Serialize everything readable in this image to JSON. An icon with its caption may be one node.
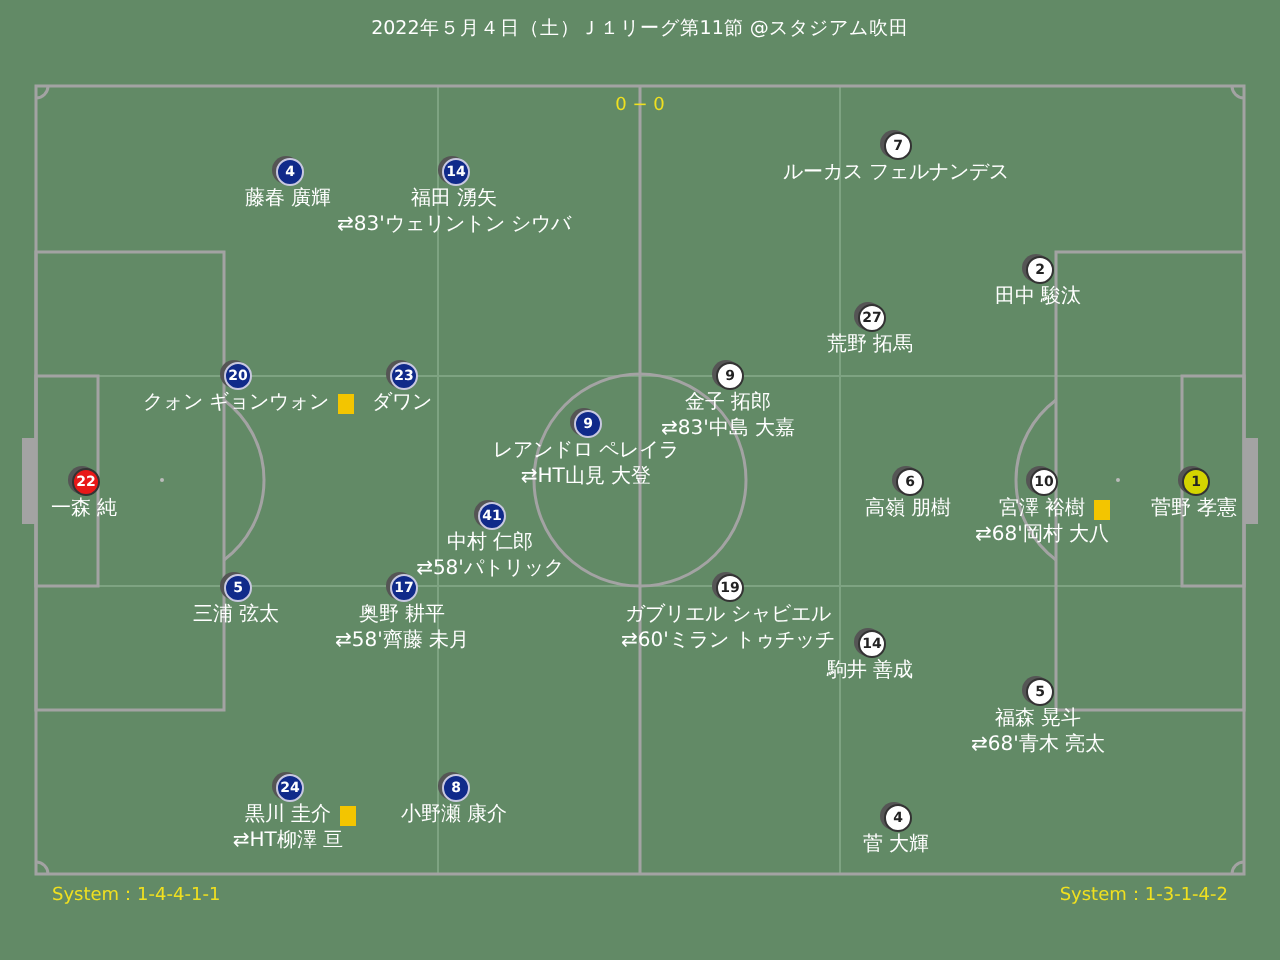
{
  "diagram": {
    "title": "2022年５月４日（土）Ｊ１リーグ第11節 @スタジアム吹田",
    "nodes": [
      {
        "text": [
          "22"
        ],
        "beside": [
          "一森 純"
        ]
      },
      {
        "text": [
          "20"
        ],
        "beside": [
          "クォン ギョンウォン"
        ]
      },
      {
        "text": [
          "23"
        ],
        "beside": [
          "ダワン"
        ]
      },
      {
        "text": [
          "5"
        ],
        "beside": [
          "三浦 弦太"
        ]
      },
      {
        "text": [
          "17"
        ],
        "beside": [
          "奥野 耕平",
          "⇄58'齊藤 未月"
        ]
      },
      {
        "text": [
          "41"
        ],
        "beside": [
          "中村 仁郎",
          "⇄58'パトリック"
        ]
      },
      {
        "text": [
          "9"
        ],
        "beside": [
          "レアンドロ ペレイラ",
          "⇄HT山見 大登"
        ]
      },
      {
        "text": [
          "4"
        ],
        "beside": [
          "藤春 廣輝"
        ]
      },
      {
        "text": [
          "14"
        ],
        "beside": [
          "福田 湧矢",
          "⇄83'ウェリントン シウバ"
        ]
      },
      {
        "text": [
          "24"
        ],
        "beside": [
          "黒川 圭介",
          "⇄HT柳澤 亘"
        ]
      },
      {
        "text": [
          "8"
        ],
        "beside": [
          "小野瀬 康介"
        ]
      },
      {
        "text": [
          "7"
        ],
        "beside": [
          "ルーカス フェルナンデス"
        ]
      },
      {
        "text": [
          "2"
        ],
        "beside": [
          "田中 駿汰"
        ]
      },
      {
        "text": [
          "27"
        ],
        "beside": [
          "荒野 拓馬"
        ]
      },
      {
        "text": [
          "9"
        ],
        "beside": [
          "金子 拓郎",
          "⇄83'中島 大嘉"
        ]
      },
      {
        "text": [
          "6"
        ],
        "beside": [
          "高嶺 朋樹"
        ]
      },
      {
        "text": [
          "10"
        ],
        "beside": [
          "宮澤 裕樹",
          "⇄68'岡村 大八"
        ]
      },
      {
        "text": [
          "19"
        ],
        "beside": [
          "ガブリエル シャビエル",
          "⇄60'ミラン トゥチッチ"
        ]
      },
      {
        "text": [
          "14"
        ],
        "beside": [
          "駒井 善成"
        ]
      },
      {
        "text": [
          "5"
        ],
        "beside": [
          "福森 晃斗",
          "⇄68'青木 亮太"
        ]
      },
      {
        "text": [
          "4"
        ],
        "beside": [
          "菅 大輝"
        ]
      },
      {
        "text": [
          "1"
        ],
        "beside": [
          "菅野 孝憲"
        ]
      }
    ],
    "labels": [
      "0 − 0",
      "System：1-4-4-1-1",
      "System：1-3-1-4-2"
    ]
  }
}
